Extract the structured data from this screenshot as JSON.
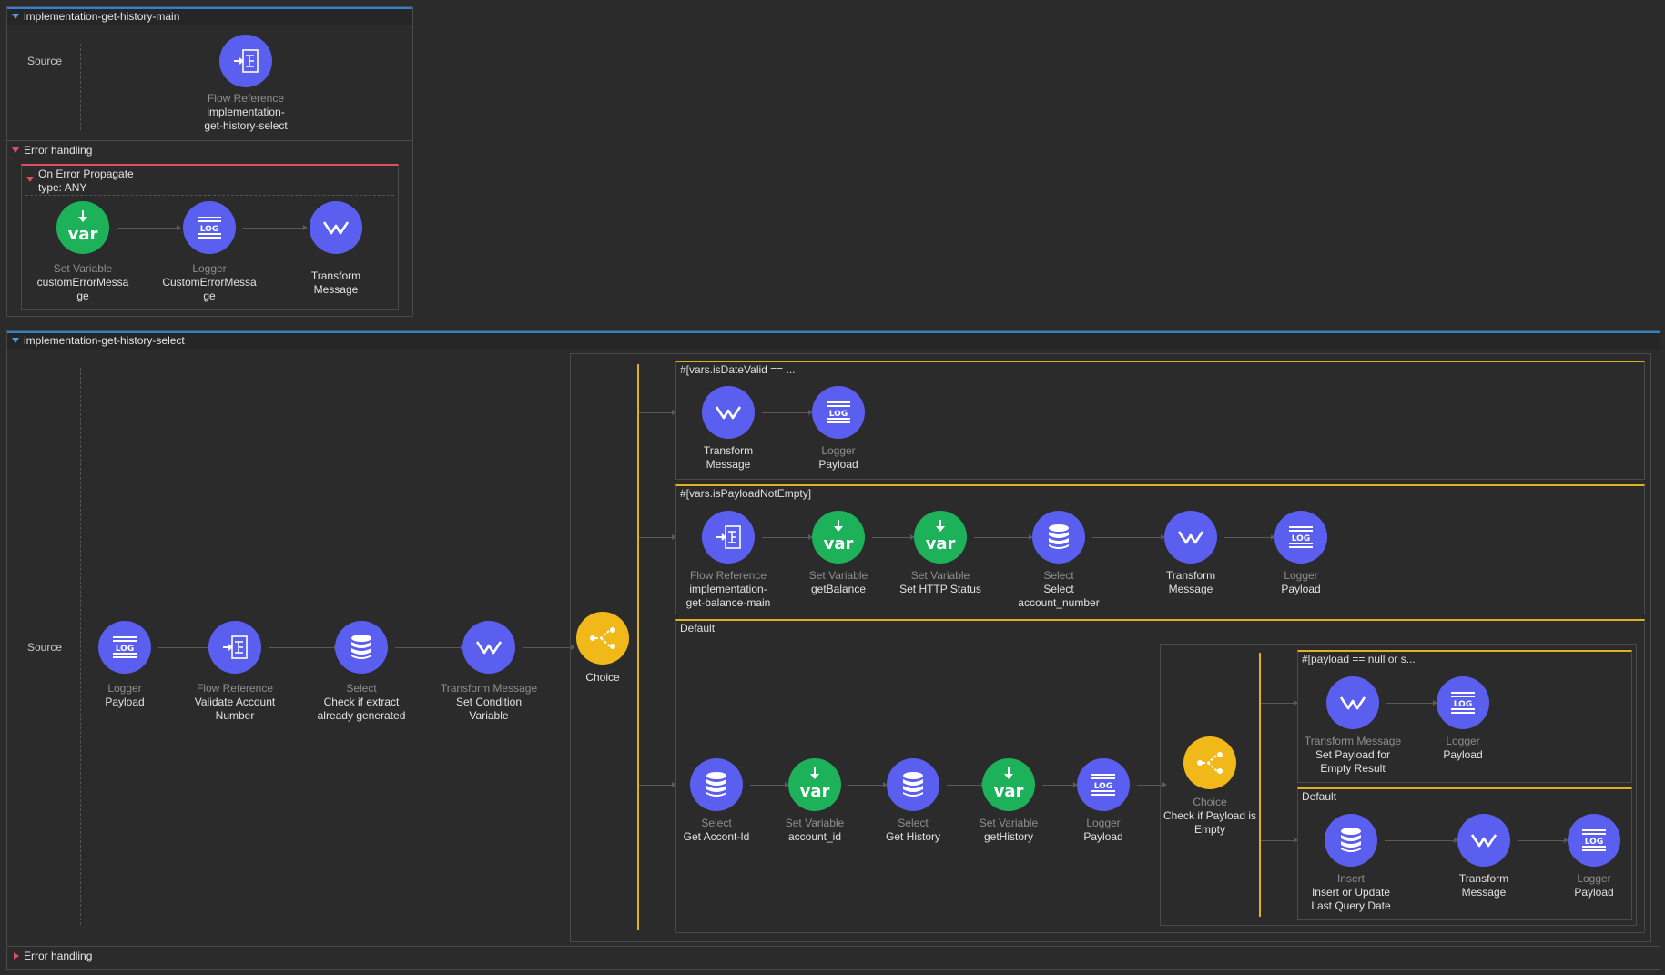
{
  "main_flow": {
    "title": "implementation-get-history-main",
    "source_label": "Source",
    "source_node": {
      "type": "Flow Reference",
      "name_lines": [
        "implementation-",
        "get-history-select"
      ],
      "icon": "flow-reference-icon"
    },
    "error_handling_label": "Error handling",
    "on_error": {
      "title": "On Error Propagate",
      "type_text": "type: ANY",
      "nodes": [
        {
          "type": "Set Variable",
          "name_lines": [
            "customErrorMessa",
            "ge"
          ],
          "icon": "var-icon"
        },
        {
          "type": "Logger",
          "name_lines": [
            "CustomErrorMessa",
            "ge"
          ],
          "icon": "log-icon"
        },
        {
          "type": "",
          "name_lines": [
            "Transform",
            "Message"
          ],
          "icon": "transform-icon"
        }
      ]
    }
  },
  "select_flow": {
    "title": "implementation-get-history-select",
    "source_label": "Source",
    "error_handling_label": "Error handling",
    "nodes": [
      {
        "type": "Logger",
        "name_lines": [
          "Payload"
        ],
        "icon": "log-icon"
      },
      {
        "type": "Flow Reference",
        "name_lines": [
          "Validate Account",
          "Number"
        ],
        "icon": "flow-reference-icon"
      },
      {
        "type": "Select",
        "name_lines": [
          "Check if extract",
          "already generated"
        ],
        "icon": "database-icon"
      },
      {
        "type": "Transform Message",
        "name_lines": [
          "Set Condition",
          "Variable"
        ],
        "icon": "transform-icon"
      }
    ],
    "choice": {
      "name": "Choice",
      "icon": "choice-icon"
    },
    "routes": [
      {
        "label": "#[vars.isDateValid == ...",
        "nodes": [
          {
            "type": "",
            "name_lines": [
              "Transform",
              "Message"
            ],
            "icon": "transform-icon"
          },
          {
            "type": "Logger",
            "name_lines": [
              "Payload"
            ],
            "icon": "log-icon"
          }
        ]
      },
      {
        "label": "#[vars.isPayloadNotEmpty]",
        "nodes": [
          {
            "type": "Flow Reference",
            "name_lines": [
              "implementation-",
              "get-balance-main"
            ],
            "icon": "flow-reference-icon"
          },
          {
            "type": "Set Variable",
            "name_lines": [
              "getBalance"
            ],
            "icon": "var-icon"
          },
          {
            "type": "Set Variable",
            "name_lines": [
              "Set HTTP Status"
            ],
            "icon": "var-icon"
          },
          {
            "type": "Select",
            "name_lines": [
              "Select",
              "account_number"
            ],
            "icon": "database-icon"
          },
          {
            "type": "",
            "name_lines": [
              "Transform",
              "Message"
            ],
            "icon": "transform-icon"
          },
          {
            "type": "Logger",
            "name_lines": [
              "Payload"
            ],
            "icon": "log-icon"
          }
        ]
      },
      {
        "label": "Default",
        "nodes": [
          {
            "type": "Select",
            "name_lines": [
              "Get Accont-Id"
            ],
            "icon": "database-icon"
          },
          {
            "type": "Set Variable",
            "name_lines": [
              "account_id"
            ],
            "icon": "var-icon"
          },
          {
            "type": "Select",
            "name_lines": [
              "Get History"
            ],
            "icon": "database-icon"
          },
          {
            "type": "Set Variable",
            "name_lines": [
              "getHistory"
            ],
            "icon": "var-icon"
          },
          {
            "type": "Logger",
            "name_lines": [
              "Payload"
            ],
            "icon": "log-icon"
          }
        ],
        "inner_choice": {
          "type": "Choice",
          "name_lines": [
            "Check if Payload is",
            "Empty"
          ],
          "icon": "choice-icon",
          "routes": [
            {
              "label": "#[payload == null or s...",
              "nodes": [
                {
                  "type": "Transform Message",
                  "name_lines": [
                    "Set Payload for",
                    "Empty Result"
                  ],
                  "icon": "transform-icon"
                },
                {
                  "type": "Logger",
                  "name_lines": [
                    "Payload"
                  ],
                  "icon": "log-icon"
                }
              ]
            },
            {
              "label": "Default",
              "nodes": [
                {
                  "type": "Insert",
                  "name_lines": [
                    "Insert or Update",
                    "Last Query Date"
                  ],
                  "icon": "database-icon"
                },
                {
                  "type": "",
                  "name_lines": [
                    "Transform",
                    "Message"
                  ],
                  "icon": "transform-icon"
                },
                {
                  "type": "Logger",
                  "name_lines": [
                    "Payload"
                  ],
                  "icon": "log-icon"
                }
              ]
            }
          ]
        }
      }
    ]
  }
}
